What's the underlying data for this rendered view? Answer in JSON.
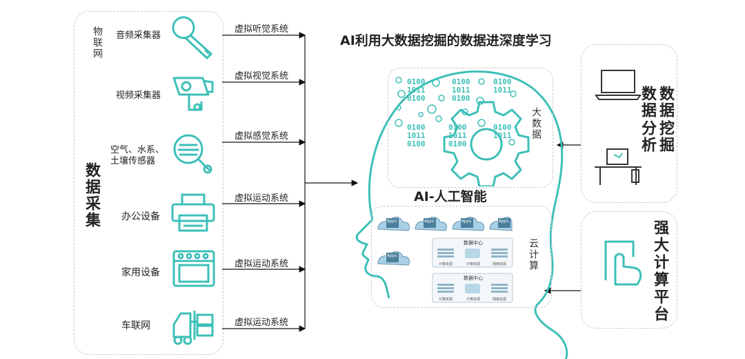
{
  "left": {
    "iot_label": "物联网",
    "collection_label": "数据采集",
    "devices": [
      {
        "label": "音频采集器",
        "icon": "microphone-icon",
        "system": "虚拟听觉系统"
      },
      {
        "label": "视频采集器",
        "icon": "camera-icon",
        "system": "虚拟视觉系统"
      },
      {
        "label": "空气、水系、",
        "label2": "土壤传感器",
        "icon": "magnifier-sensor-icon",
        "system": "虚拟感觉系统"
      },
      {
        "label": "办公设备",
        "icon": "printer-icon",
        "system": "虚拟运动系统"
      },
      {
        "label": "家用设备",
        "icon": "oven-icon",
        "system": "虚拟运动系统"
      },
      {
        "label": "车联网",
        "icon": "forklift-icon",
        "system": "虚拟运动系统"
      }
    ]
  },
  "center": {
    "title": "AI利用大数据挖掘的数据进深度学习",
    "ai_label": "AI-人工智能",
    "big_data_label": "大数据",
    "cloud_label": "云计算",
    "binary_lines": [
      "0100",
      "1011",
      "0100"
    ],
    "cloud_badge": "Apps",
    "datacenter_title": "数据中心",
    "datacenter_items": [
      "计算资源",
      "计算资源",
      "网络资源"
    ]
  },
  "right": {
    "mining_label_1": "数据",
    "mining_label_2": "挖掘",
    "analysis_label_1": "数据",
    "analysis_label_2": "分析",
    "platform_label": "强大计算平台"
  },
  "colors": {
    "accent": "#3cbfb8",
    "dashed": "#c9c9c9",
    "arrow": "#111111"
  }
}
